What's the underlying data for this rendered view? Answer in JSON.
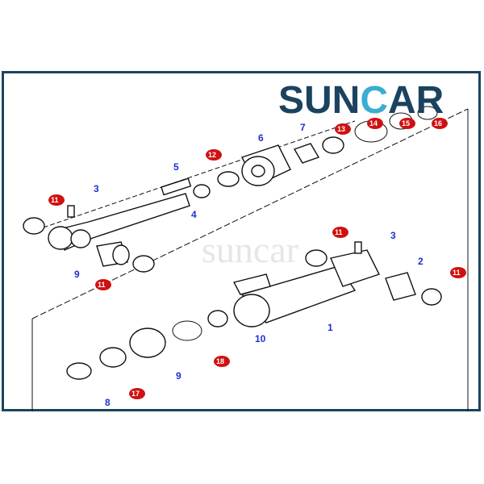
{
  "logo": {
    "text_part1": "SUN",
    "text_part2": "C",
    "text_part3": "AR",
    "primary_color": "#1b4360",
    "accent_color": "#3aaed2"
  },
  "watermark": "suncar",
  "frame_color": "#1b4360",
  "part_labels": {
    "p1": "1",
    "p2": "2",
    "p3a": "3",
    "p3b": "3",
    "p4": "4",
    "p5": "5",
    "p6": "6",
    "p7": "7",
    "p8": "8",
    "p9a": "9",
    "p9b": "9",
    "p10": "10"
  },
  "seal_labels": {
    "s11a": "11",
    "s11b": "11",
    "s11c": "11",
    "s11d": "11",
    "s12": "12",
    "s13": "13",
    "s14": "14",
    "s15": "15",
    "s16": "16",
    "s17": "17",
    "s18": "18"
  },
  "seal_label_color": "#d01010",
  "part_label_color": "#1f2fd0"
}
